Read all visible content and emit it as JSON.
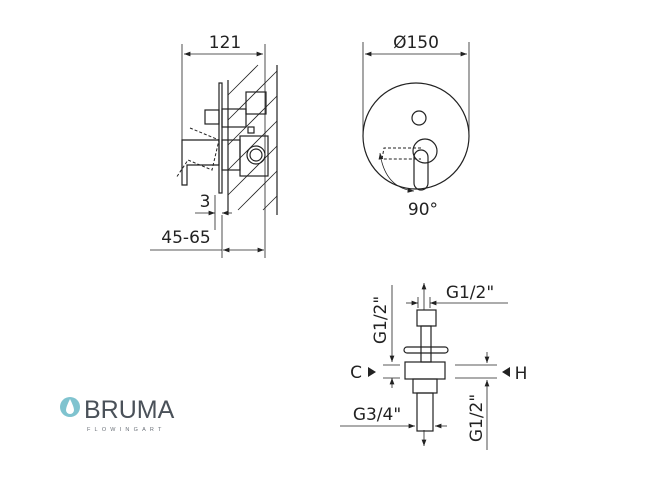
{
  "side_view": {
    "depth_label": "121",
    "plate_label": "3",
    "wall_label": "45-65"
  },
  "front_view": {
    "diameter_label": "Ø150",
    "rotation_label": "90°"
  },
  "connection_view": {
    "top_thread_label": "G1/2\"",
    "left_thread_label": "G1/2\"",
    "cold_label": "C",
    "hot_label": "H",
    "bottom_thread_label": "G3/4\"",
    "right_thread_label": "G1/2\""
  },
  "logo": {
    "brand": "BRUMA",
    "tagline": "FLOWINGART",
    "colors": {
      "drop": "#7fc3cf",
      "text": "#4a5159"
    }
  }
}
